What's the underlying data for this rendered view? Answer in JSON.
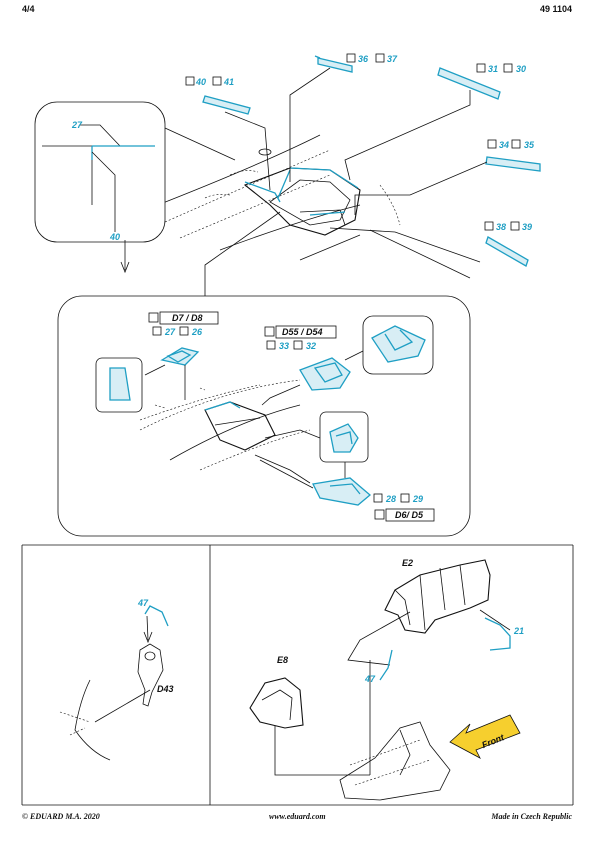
{
  "header": {
    "page": "4/4",
    "kit_number": "49 1104"
  },
  "footer": {
    "copyright": "© EDUARD  M.A. 2020",
    "website": "www.eduard.com",
    "origin": "Made in Czech Republic"
  },
  "callouts": {
    "p36_37": {
      "a": "36",
      "b": "37"
    },
    "p31_30": {
      "a": "31",
      "b": "30"
    },
    "p40_41": {
      "a": "40",
      "b": "41"
    },
    "p34_35": {
      "a": "34",
      "b": "35"
    },
    "p38_39": {
      "a": "38",
      "b": "39"
    },
    "p27_26": {
      "a": "27",
      "b": "26"
    },
    "p33_32": {
      "a": "33",
      "b": "32"
    },
    "p28_29": {
      "a": "28",
      "b": "29"
    }
  },
  "detail_labels": {
    "top": "27",
    "bottom": "40"
  },
  "decal_refs": {
    "d7_d8": "D7 / D8",
    "d55_d54": "D55 / D54",
    "d6_d5": "D6/ D5",
    "d43": "D43"
  },
  "part_labels": {
    "p47_left": "47",
    "p47_right": "47",
    "p21": "21",
    "e2": "E2",
    "e8": "E8"
  },
  "front_label": "Front"
}
